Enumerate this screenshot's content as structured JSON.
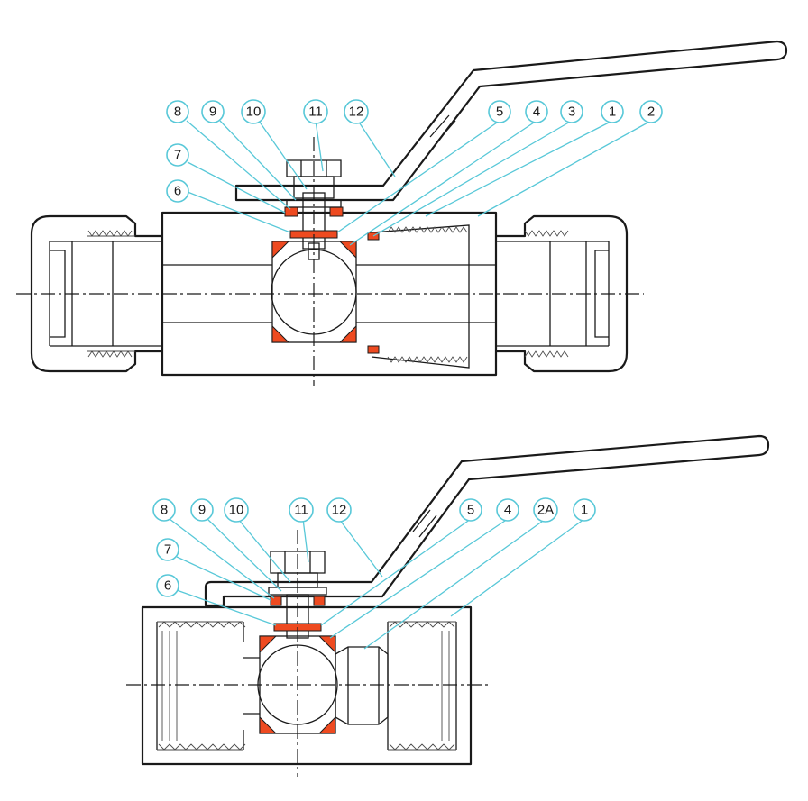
{
  "top_view": {
    "callouts": [
      "8",
      "9",
      "10",
      "11",
      "12",
      "5",
      "4",
      "3",
      "1",
      "2",
      "7",
      "6"
    ]
  },
  "bottom_view": {
    "callouts": [
      "8",
      "9",
      "10",
      "11",
      "12",
      "5",
      "4",
      "2A",
      "1",
      "7",
      "6"
    ]
  },
  "colors": {
    "seal": "#ee4a20",
    "leader": "#58c8d8",
    "outline": "#1a1a1a"
  }
}
